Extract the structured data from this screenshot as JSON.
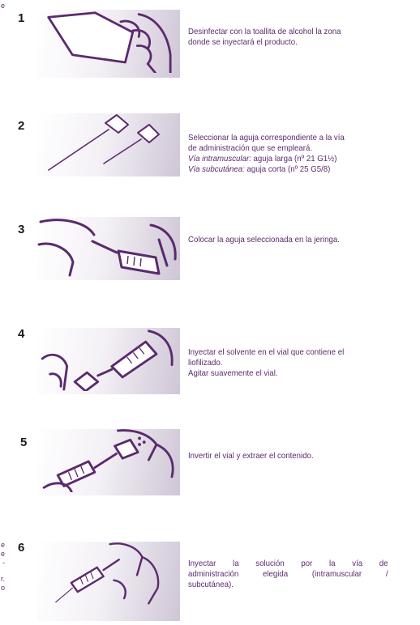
{
  "steps": [
    {
      "number": "1",
      "lines": [
        {
          "text": "Desinfectar con la toallita de alcohol la zona"
        },
        {
          "text": "donde se inyectará el producto."
        }
      ]
    },
    {
      "number": "2",
      "lines": [
        {
          "text": "Seleccionar la aguja correspondiente a la vía"
        },
        {
          "text": "de administración que se empleará."
        },
        {
          "em": "Vía intramuscular:",
          "text": " aguja larga (nº 21 G1½)"
        },
        {
          "em": "Vía subcutánea:",
          "text": " aguja corta (nº 25 G5/8)"
        }
      ]
    },
    {
      "number": "3",
      "lines": [
        {
          "text": "Colocar la aguja seleccionada en la jeringa."
        }
      ]
    },
    {
      "number": "4",
      "lines": [
        {
          "text": "Inyectar el solvente en el vial que contiene el"
        },
        {
          "text": "liofilizado."
        },
        {
          "text": "Agitar suavemente el vial."
        }
      ]
    },
    {
      "number": "5",
      "lines": [
        {
          "text": "Invertir el vial y extraer el contenido."
        }
      ]
    },
    {
      "number": "6",
      "lines": [
        {
          "text": "Inyectar la solución por la vía de"
        },
        {
          "text": "administración elegida (intramuscular /"
        },
        {
          "text": "subcutánea)."
        }
      ]
    }
  ],
  "edge_fragments": [
    "e",
    "e",
    "e",
    "-",
    "r.",
    "o"
  ],
  "colors": {
    "accent": "#5b2a6e",
    "number": "#1a1a1a",
    "panel_shade": "#cfc6d6"
  }
}
